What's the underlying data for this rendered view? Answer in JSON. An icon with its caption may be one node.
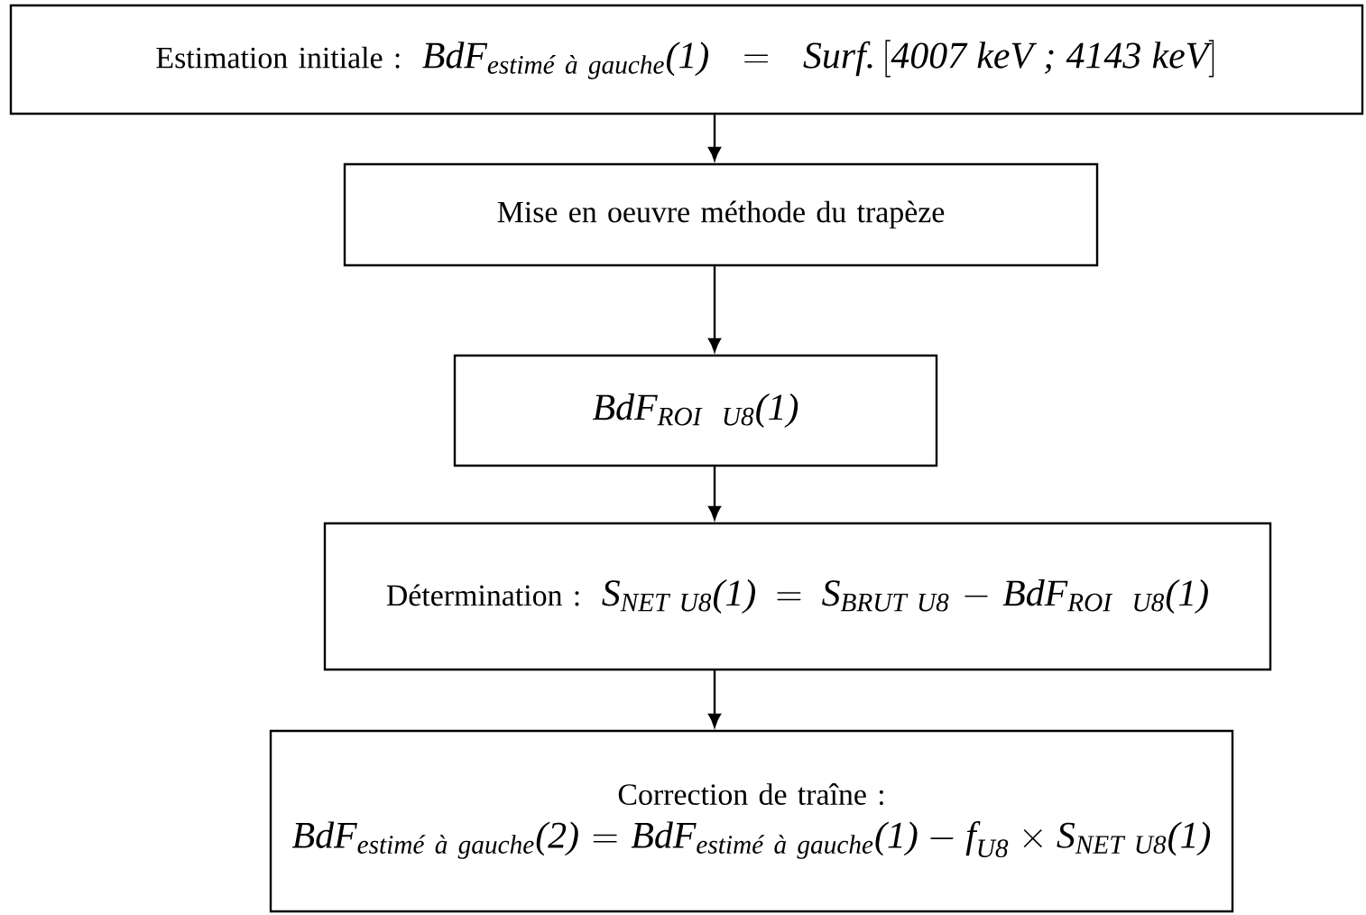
{
  "diagram": {
    "nodes": [
      {
        "text": [
          "Estimation initiale :",
          "\\textit{BdF}_{\\textit{estimé à gauche}}\\textit{(1)} = \\textit{Surf.}\\left[\\textit{4007 keV ; 4143 keV}\\right]"
        ]
      },
      {
        "text": [
          "Mise en oeuvre méthode du trapèze"
        ]
      },
      {
        "text": [
          "\\textit{BdF}_{\\textit{ROI\\ \\ U8}}\\textit{(1)}"
        ]
      },
      {
        "text": [
          "Détermination :",
          "\\textit{S}_{\\textit{NET U8}}\\textit{(1)} = \\textit{S}_{\\textit{BRUT U8}} - \\textit{BdF}_{\\textit{ROI\\ \\ U8}}\\textit{(1)}"
        ]
      },
      {
        "text": [
          "Correction de traîne :",
          "\\textit{BdF}_{\\textit{estimé à gauche}}\\textit{(2)} = \\textit{BdF}_{\\textit{estimé à gauche}}\\textit{(1)} - \\textit{f}_{\\textit{U8}} \\times \\textit{S}_{\\textit{NET U8}}\\textit{(1)}"
        ]
      }
    ],
    "edges": [
      {
        "from": 0,
        "to": 1,
        "arrow": "to"
      },
      {
        "from": 1,
        "to": 2,
        "arrow": "to"
      },
      {
        "from": 2,
        "to": 3,
        "arrow": "to"
      },
      {
        "from": 3,
        "to": 4,
        "arrow": "to"
      }
    ]
  }
}
